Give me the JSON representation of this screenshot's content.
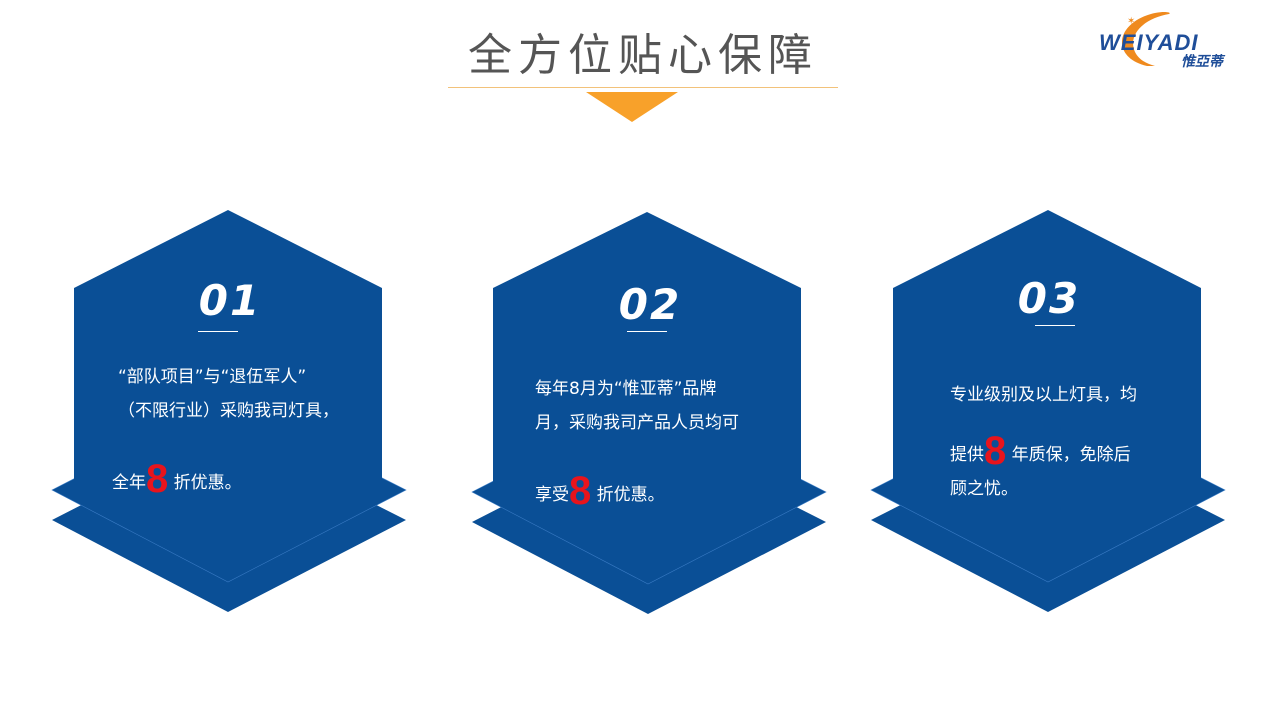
{
  "header": {
    "title": "全方位贴心保障",
    "accent_color": "#f8a12a",
    "title_color": "#555555"
  },
  "logo": {
    "brand_en": "WEIYADI",
    "brand_cn": "惟亞蒂",
    "primary_color": "#1f4e99",
    "orbit_color": "#ef8a1e"
  },
  "cards_color": "#0a4f96",
  "cards": [
    {
      "number": "01",
      "line1": "“部队项目”与“退伍军人”",
      "line2": "（不限行业）采购我司灯具，",
      "line3_pre": "全年",
      "highlight": "8",
      "line3_post": " 折优惠。"
    },
    {
      "number": "02",
      "line1": "每年8月为“惟亚蒂”品牌",
      "line2": "月，采购我司产品人员均可",
      "line3_pre": "享受",
      "highlight": "8",
      "line3_post": " 折优惠。"
    },
    {
      "number": "03",
      "line1": "专业级别及以上灯具，均",
      "line2_pre": "提供",
      "highlight": "8",
      "line2_post": " 年质保，免除后",
      "line3": "顾之忧。"
    }
  ]
}
